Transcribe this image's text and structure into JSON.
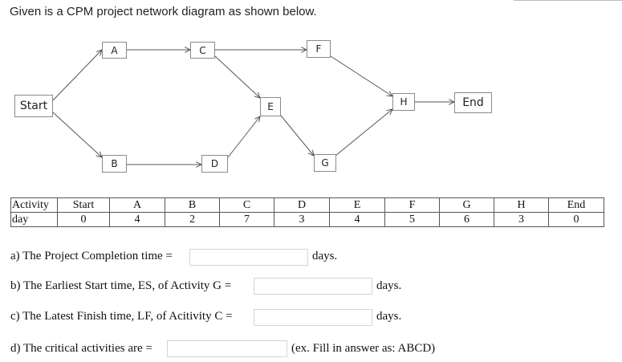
{
  "title": "Given is a CPM project network diagram as shown below.",
  "network": {
    "nodes": {
      "start": "Start",
      "a": "A",
      "b": "B",
      "c": "C",
      "d": "D",
      "e": "E",
      "f": "F",
      "g": "G",
      "h": "H",
      "end": "End"
    }
  },
  "activity_table": {
    "row_labels": [
      "Activity",
      "day"
    ],
    "activities": [
      "Start",
      "A",
      "B",
      "C",
      "D",
      "E",
      "F",
      "G",
      "H",
      "End"
    ],
    "days": [
      "0",
      "4",
      "2",
      "7",
      "3",
      "4",
      "5",
      "6",
      "3",
      "0"
    ]
  },
  "questions": {
    "q_a": {
      "label": "a) The Project Completion time =",
      "value": "",
      "suffix": "days."
    },
    "q_b": {
      "label": "b) The Earliest Start time, ES, of Activity G =",
      "value": "",
      "suffix": "days."
    },
    "q_c": {
      "label": "c) The Latest Finish time, LF, of Acitivity C =",
      "value": "",
      "suffix": "days."
    },
    "q_d": {
      "label": "d) The critical activities are =",
      "value": "",
      "suffix": "(ex. Fill in answer as: ABCD)"
    }
  }
}
